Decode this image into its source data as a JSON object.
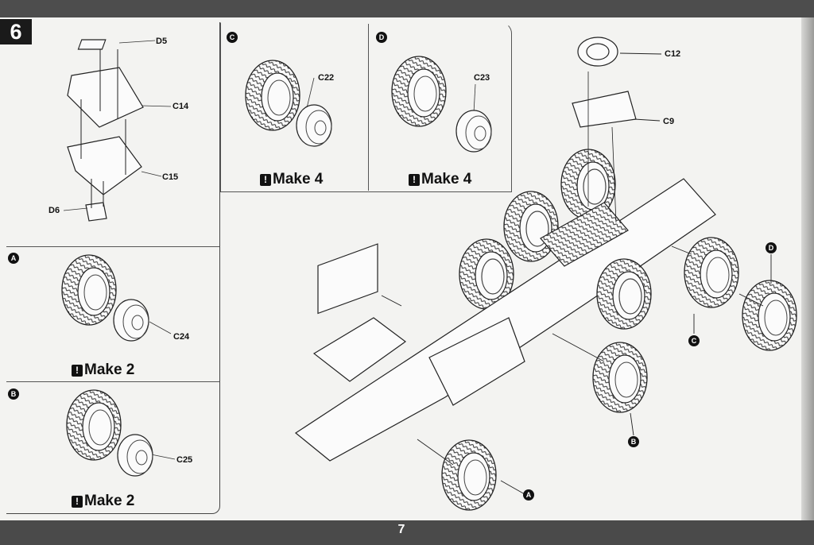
{
  "step_number": "6",
  "page_number": "7",
  "subassembly": {
    "parts": [
      "D5",
      "C14",
      "C15",
      "D6"
    ]
  },
  "wheel_groups": [
    {
      "id": "A",
      "part": "C24",
      "instruction": "Make 2"
    },
    {
      "id": "B",
      "part": "C25",
      "instruction": "Make 2"
    },
    {
      "id": "C",
      "part": "C22",
      "instruction": "Make 4"
    },
    {
      "id": "D",
      "part": "C23",
      "instruction": "Make 4"
    }
  ],
  "main_assembly": {
    "parts": [
      "C12",
      "C9"
    ],
    "wheel_markers": [
      "D",
      "C",
      "B",
      "A"
    ]
  },
  "warning_icon": "exclamation-icon",
  "colors": {
    "bars": "#4a4a4a",
    "ink": "#111111",
    "paper": "#f3f3f1"
  }
}
